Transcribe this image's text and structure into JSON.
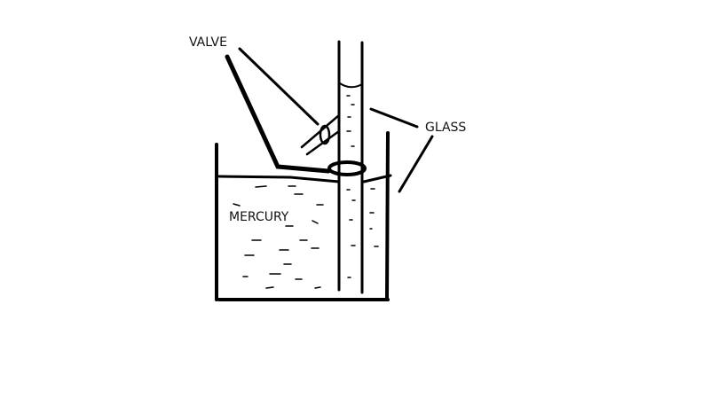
{
  "labels": {
    "valve": "VALVE",
    "glass": "GLASS",
    "mercury": "MERCURY"
  },
  "colors": {
    "ink": "#000000",
    "background": "#ffffff"
  }
}
